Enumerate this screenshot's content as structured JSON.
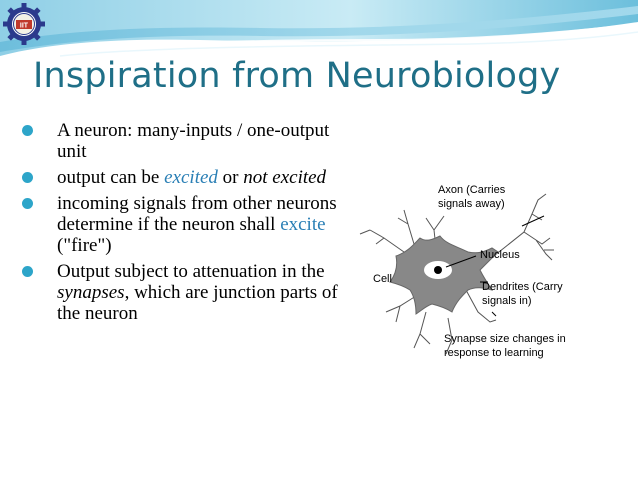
{
  "slide": {
    "title": "Inspiration from Neurobiology",
    "bullets": [
      {
        "parts": [
          {
            "t": "A neuron: many-inputs / one-output unit"
          }
        ]
      },
      {
        "parts": [
          {
            "t": "output can be "
          },
          {
            "t": "excited",
            "style": "hl"
          },
          {
            "t": " or "
          },
          {
            "t": "not excited",
            "style": "hl-not"
          }
        ]
      },
      {
        "parts": [
          {
            "t": "incoming signals from other neurons determine if the neuron shall "
          },
          {
            "t": "excite",
            "style": "hl2"
          },
          {
            "t": " (\"fire\")"
          }
        ]
      },
      {
        "parts": [
          {
            "t": "Output subject to attenuation in the "
          },
          {
            "t": "synapses",
            "style": "em"
          },
          {
            "t": ", which are junction parts of the neuron"
          }
        ]
      }
    ]
  },
  "diagram": {
    "labels": {
      "axon": "Axon (Carries",
      "axon2": "signals away)",
      "nucleus": "Nucleus",
      "cell": "Cell",
      "dendrites": "Dendrites (Carry",
      "dendrites2": "signals in)",
      "synapse": "Synapse size changes in",
      "synapse2": "response to learning"
    }
  },
  "logo": {
    "text": "IIT"
  },
  "colors": {
    "title": "#1f6f87",
    "bullet": "#2da5c9",
    "highlight": "#2a7fb5",
    "banner": "#9fd6ea"
  }
}
